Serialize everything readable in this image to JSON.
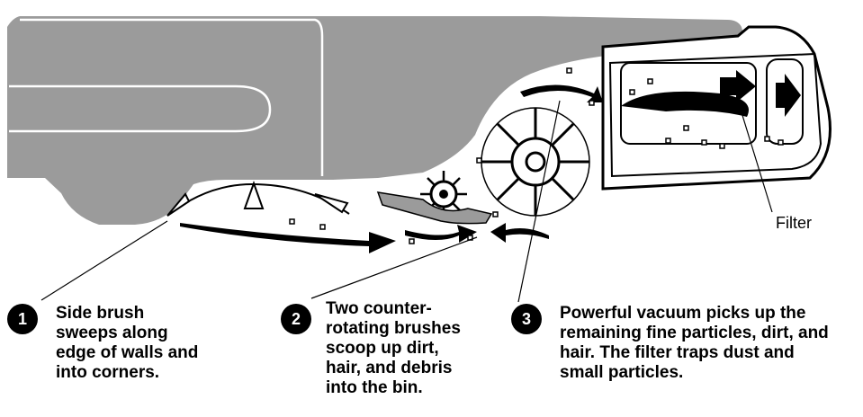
{
  "colors": {
    "body": "#9b9b9b",
    "outline": "#000000",
    "background": "#ffffff",
    "badge": "#000000"
  },
  "labels": {
    "filter": "Filter"
  },
  "steps": [
    {
      "number": "1",
      "lines": [
        "Side brush",
        "sweeps along",
        "edge of walls and",
        "into corners."
      ]
    },
    {
      "number": "2",
      "lines": [
        "Two counter-",
        "rotating brushes",
        "scoop up dirt,",
        "hair, and debris",
        "into the bin."
      ]
    },
    {
      "number": "3",
      "lines": [
        "Powerful vacuum picks up the",
        "remaining fine particles, dirt, and",
        "hair. The filter traps dust and",
        "small particles."
      ]
    }
  ]
}
